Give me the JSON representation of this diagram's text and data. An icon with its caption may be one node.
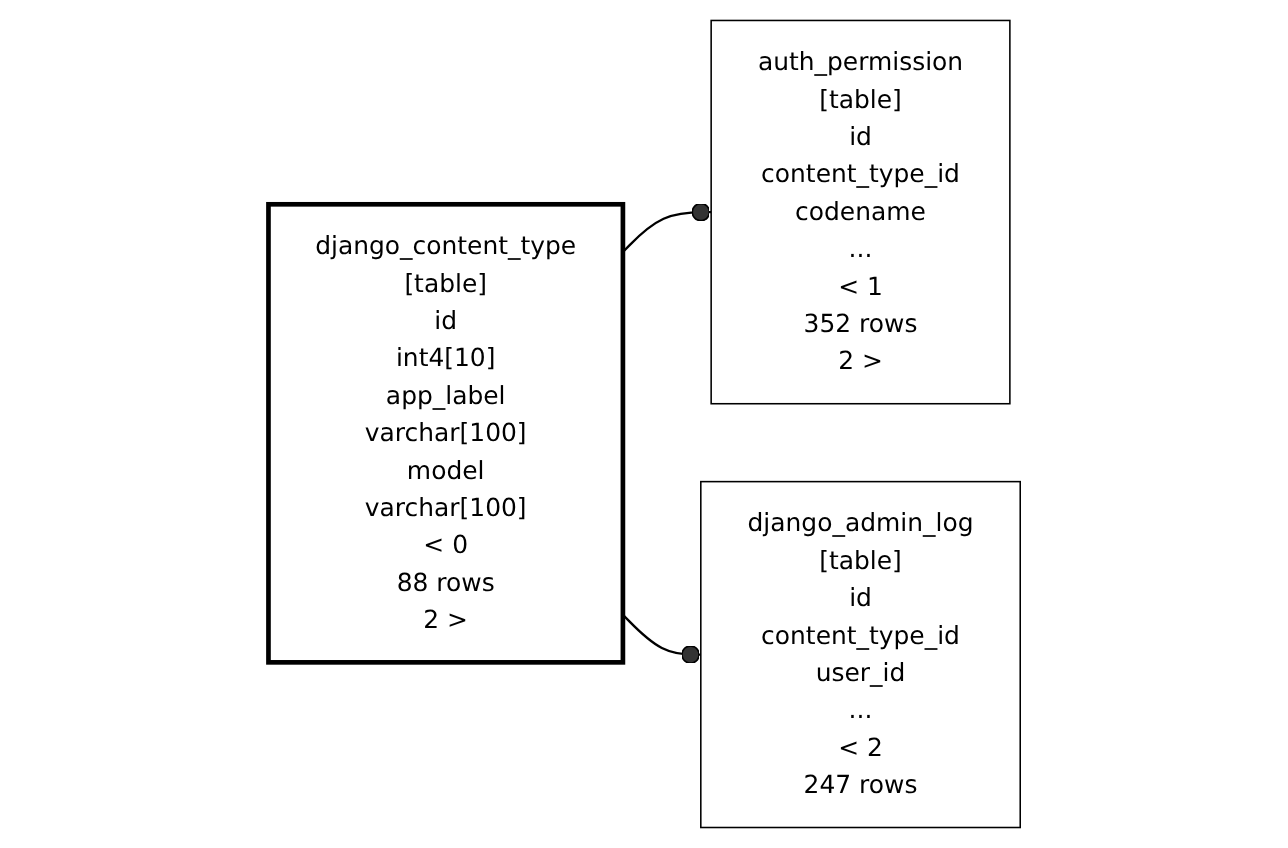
{
  "diagram": {
    "nodes": [
      {
        "text": [
          "django_content_type",
          "[table]",
          "id",
          "int4[10]",
          "app_label",
          "varchar[100]",
          "model",
          "varchar[100]",
          "< 0",
          "88 rows",
          "2 >"
        ]
      },
      {
        "text": [
          "auth_permission",
          "[table]",
          "id",
          "content_type_id",
          "codename",
          "...",
          "< 1",
          "352 rows",
          "2 >"
        ]
      },
      {
        "text": [
          "django_admin_log",
          "[table]",
          "id",
          "content_type_id",
          "user_id",
          "...",
          "< 2",
          "247 rows"
        ]
      }
    ],
    "edges": [
      {
        "from": 0,
        "to": 1,
        "arrow": "other"
      },
      {
        "from": 0,
        "to": 2,
        "arrow": "other"
      }
    ]
  }
}
